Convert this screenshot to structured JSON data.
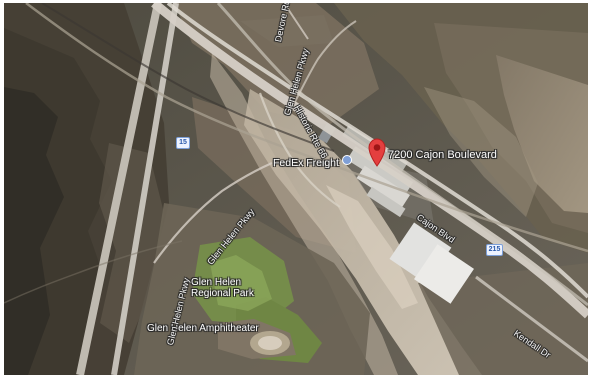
{
  "map": {
    "address": "7200 Cajon Boulevard",
    "pois": {
      "fedex": "FedEx Freight",
      "park": "Glen Helen Regional Park",
      "amphitheater": "Glen Helen Amphitheater"
    },
    "roads": {
      "historic_rte": "Historic Rte 66",
      "glen_helen_pkwy_north": "Glen Helen Pkwy",
      "glen_helen_pkwy_south": "Glen Helen Pkwy",
      "glen_helen_pkwy_west": "Glen Helen Pkwy",
      "cajon_blvd": "Cajon Blvd",
      "kendall_dr": "Kendall Dr",
      "devore_rd": "Devore Rd"
    },
    "shields": {
      "interstate_15": "15",
      "interstate_215": "215"
    }
  },
  "colors": {
    "pin": "#e43f3f",
    "shield": "#2858aa"
  },
  "icons": {
    "pin": "map-pin-icon",
    "poi": "poi-icon"
  }
}
